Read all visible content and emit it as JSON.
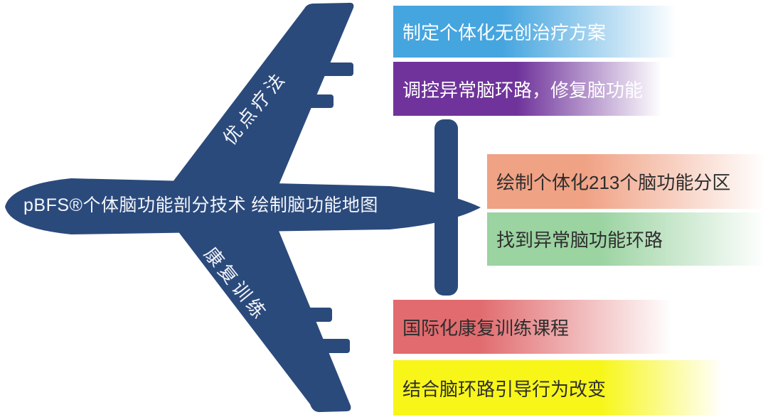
{
  "plane": {
    "fuselage_label": "pBFS®个体脑功能剖分技术 绘制脑功能地图",
    "top_wing_label": "优点疗法",
    "bottom_wing_label": "康复训练",
    "color": "#2b4a7c",
    "text_color": "#f4f6fa"
  },
  "banners": [
    {
      "id": "treatment-plan",
      "label": "制定个体化无创治疗方案",
      "color": "#45a5df",
      "text_color": "#ffffff"
    },
    {
      "id": "regulate-circuit",
      "label": "调控异常脑环路，修复脑功能",
      "color": "#6f339b",
      "text_color": "#ffffff"
    },
    {
      "id": "map-parcellation",
      "label": "绘制个体化213个脑功能分区",
      "color": "#f0a285",
      "text_color": "#2e2e2e"
    },
    {
      "id": "find-circuit",
      "label": "找到异常脑功能环路",
      "color": "#9bd3a1",
      "text_color": "#2e2e2e"
    },
    {
      "id": "rehab-course",
      "label": "国际化康复训练课程",
      "color": "#e16b6e",
      "text_color": "#2e2e2e"
    },
    {
      "id": "behavior-change",
      "label": "结合脑环路引导行为改变",
      "color": "#f7f618",
      "text_color": "#2e2e2e"
    }
  ]
}
